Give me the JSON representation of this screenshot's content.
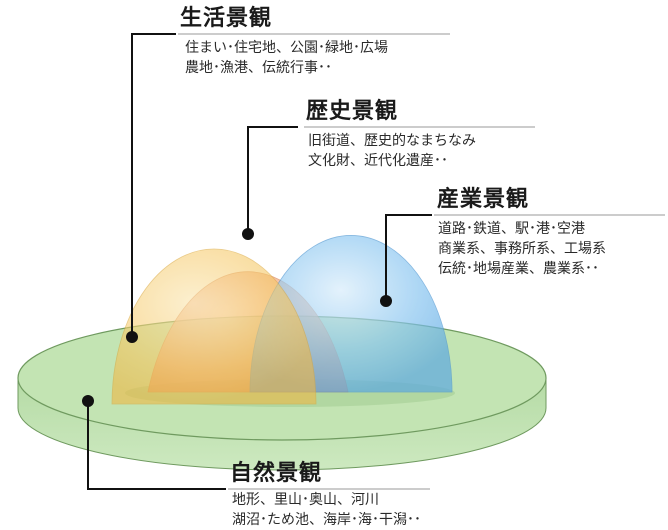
{
  "categories": {
    "life": {
      "title": "生活景観",
      "lines": [
        "住まい･住宅地、公園･緑地･広場",
        "農地･漁港、伝統行事･･"
      ]
    },
    "history": {
      "title": "歴史景観",
      "lines": [
        "旧街道、歴史的なまちなみ",
        "文化財、近代化遺産･･"
      ]
    },
    "industry": {
      "title": "産業景観",
      "lines": [
        "道路･鉄道、駅･港･空港",
        "商業系、事務所系、工場系",
        "伝統･地場産業、農業系･･"
      ]
    },
    "nature": {
      "title": "自然景観",
      "lines": [
        "地形、里山･奥山、河川",
        "湖沼･ため池、海岸･海･干潟･･"
      ]
    }
  },
  "colors": {
    "disc": "#bfe3b0",
    "history_sphere": "#f2b08a",
    "life_sphere": "#f7cf72",
    "industry_sphere": "#86c4f0"
  }
}
